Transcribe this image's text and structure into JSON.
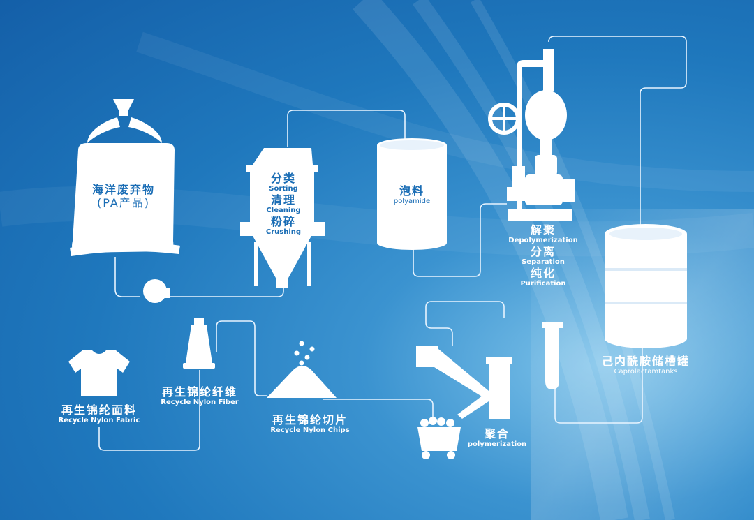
{
  "steps": {
    "marine_waste": {
      "cn": "海洋废弃物",
      "cn2": "(PA产品)"
    },
    "sorting": {
      "cn1": "分类",
      "en1": "Sorting",
      "cn2": "清理",
      "en2": "Cleaning",
      "cn3": "粉碎",
      "en3": "Crushing"
    },
    "foam": {
      "cn": "泡料",
      "en": "polyamide"
    },
    "depoly": {
      "cn1": "解聚",
      "en1": "Depolymerization",
      "cn2": "分离",
      "en2": "Separation",
      "cn3": "纯化",
      "en3": "Purification"
    },
    "caprolactam": {
      "cn": "己内酰胺储槽罐",
      "en": "Caprolactamtanks"
    },
    "polymerization": {
      "cn": "聚合",
      "en": "polymerization"
    },
    "chips": {
      "cn": "再生锦纶切片",
      "en": "Recycle Nylon Chips"
    },
    "fiber": {
      "cn": "再生锦纶纤维",
      "en": "Recycle Nylon Fiber"
    },
    "fabric": {
      "cn": "再生锦纶面料",
      "en": "Recycle Nylon Fabric"
    }
  },
  "colors": {
    "background": "#1f78bd",
    "icon": "#ffffff",
    "line": "#e8f4ff"
  }
}
